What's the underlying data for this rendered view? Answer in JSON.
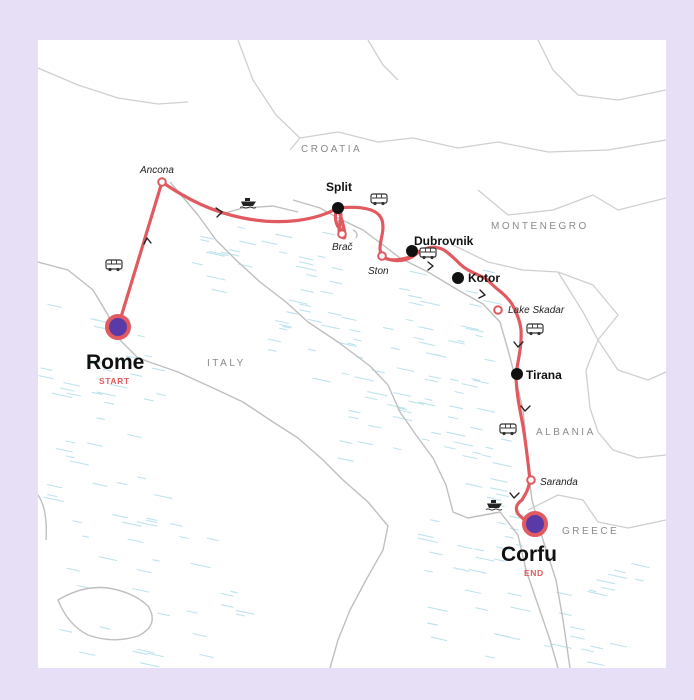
{
  "map": {
    "colors": {
      "route": "#e05a5f",
      "stop_major": "#111111",
      "stop_minor_fill": "#ffffff",
      "endpoint_fill": "#5a3aa6",
      "endpoint_ring": "#e05a5f",
      "frame": "#e6dff5",
      "water_hatch": "#bde3ee",
      "coast": "#bfbfbf",
      "border": "#cfcfcf",
      "country_label": "#8a8a8a"
    },
    "countries": [
      {
        "id": "croatia",
        "label": "CROATIA"
      },
      {
        "id": "montenegro",
        "label": "MONTENEGRO"
      },
      {
        "id": "italy",
        "label": "ITALY"
      },
      {
        "id": "albania",
        "label": "ALBANIA"
      },
      {
        "id": "greece",
        "label": "GREECE"
      }
    ],
    "start": {
      "label": "Rome",
      "tag": "START"
    },
    "end": {
      "label": "Corfu",
      "tag": "END"
    },
    "major_stops": [
      {
        "id": "split",
        "label": "Split"
      },
      {
        "id": "dubrovnik",
        "label": "Dubrovnik"
      },
      {
        "id": "kotor",
        "label": "Kotor"
      },
      {
        "id": "tirana",
        "label": "Tirana"
      }
    ],
    "minor_stops": [
      {
        "id": "ancona",
        "label": "Ancona"
      },
      {
        "id": "brac",
        "label": "Brač"
      },
      {
        "id": "ston",
        "label": "Ston"
      },
      {
        "id": "lake-skadar",
        "label": "Lake Skadar"
      },
      {
        "id": "saranda",
        "label": "Saranda"
      }
    ],
    "transport_icons": [
      {
        "id": "rome-ancona",
        "type": "bus-icon"
      },
      {
        "id": "ancona-split",
        "type": "ferry-icon"
      },
      {
        "id": "split-ston",
        "type": "bus-icon"
      },
      {
        "id": "dubrovnik-kotor",
        "type": "bus-icon"
      },
      {
        "id": "skadar-tirana",
        "type": "bus-icon"
      },
      {
        "id": "tirana-saranda",
        "type": "bus-icon"
      },
      {
        "id": "saranda-corfu",
        "type": "ferry-icon"
      }
    ]
  }
}
